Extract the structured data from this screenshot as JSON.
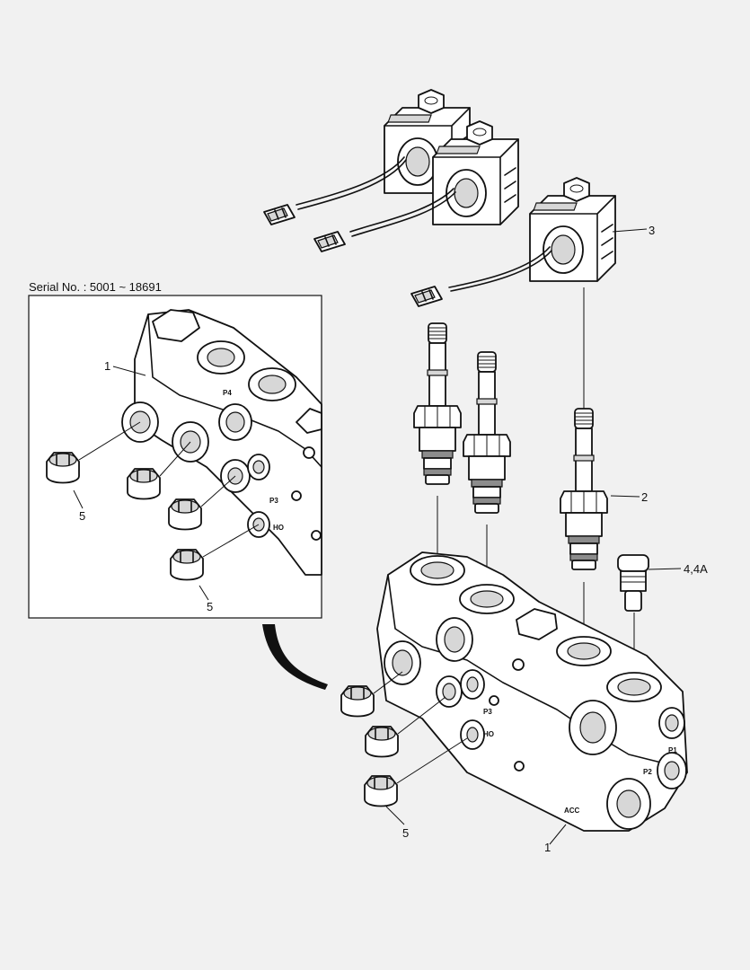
{
  "inset": {
    "serial_text": "Serial No. : 5001 ~ 18691",
    "callouts": {
      "c1": "1",
      "c5a": "5",
      "c5b": "5"
    },
    "port_marks": {
      "p4": "P4",
      "p3": "P3",
      "ho": "HO"
    }
  },
  "main": {
    "callouts": {
      "c1": "1",
      "c2": "2",
      "c3": "3",
      "c4": "4,4A",
      "c5": "5"
    },
    "port_marks": {
      "p3": "P3",
      "ho": "HO",
      "p1": "P1",
      "p2": "P2",
      "acc": "ACC"
    }
  }
}
